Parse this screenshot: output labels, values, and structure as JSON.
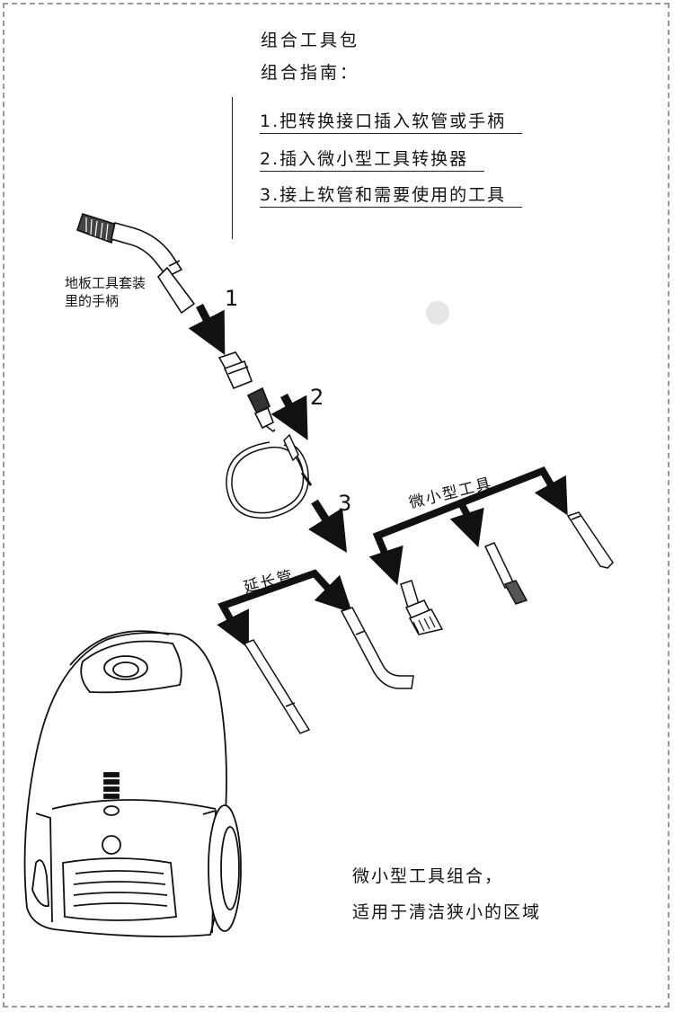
{
  "header": {
    "title": "组合工具包",
    "subtitle": "组合指南："
  },
  "steps": [
    {
      "label": "1.把转换接口插入软管或手柄"
    },
    {
      "label": "2.插入微小型工具转换器"
    },
    {
      "label": "3.接上软管和需要使用的工具"
    }
  ],
  "labels": {
    "handle": "地板工具套装里的手柄",
    "step1": "1",
    "step2": "2",
    "step3": "3",
    "mini_tools": "微小型工具",
    "extension_tube": "延长管",
    "bottom_line1": "微小型工具组合，",
    "bottom_line2": "适用于清洁狭小的区域"
  },
  "colors": {
    "ink": "#111111",
    "frame": "#9a9a9a"
  }
}
